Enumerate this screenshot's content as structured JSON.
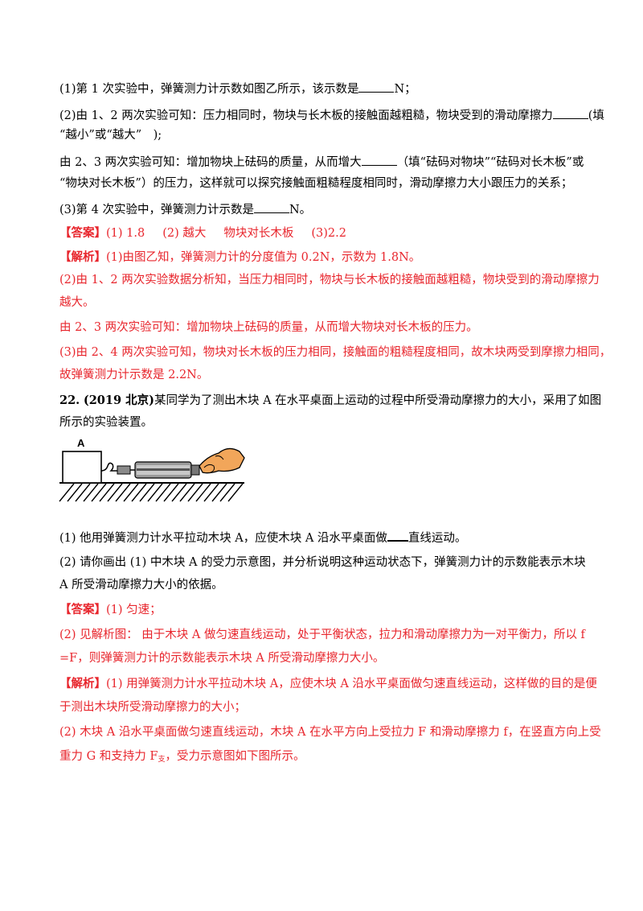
{
  "q21": {
    "p3_1": {
      "text": "(1)第 1 次实验中，弹簧测力计示数如图乙所示，该示数是",
      "unit": "N；"
    },
    "p3_2": {
      "text": "(2)由 1、2 两次实验可知：压力相同时，物块与长木板的接触面越粗糙，物块受到的滑动摩擦力",
      "tail": "(填"
    },
    "p3_2b": "“越小”或“越大”　);",
    "p3_3": {
      "text": "由 2、3 两次实验可知：增加物块上砝码的质量，从而增大",
      "tail": "（填“砝码对物块”“砝码对长木板”或"
    },
    "p3_3b": "“物块对长木板”）的压力，这样就可以探究接触面粗糙程度相同时，滑动摩擦力大小跟压力的关系；",
    "p3_4": {
      "text": "(3)第 4 次实验中，弹簧测力计示数是",
      "unit": "N。"
    },
    "answer": {
      "label": "【答案】",
      "a1": "(1) 1.8",
      "a2": "(2) 越大",
      "a3": "物块对长木板",
      "a4": "(3)2.2"
    },
    "analysis": {
      "label": "【解析】",
      "l1": "(1)由图乙知，弹簧测力计的分度值为 0.2N，示数为 1.8N。",
      "l2": "(2)由 1、2 两次实验数据分析知，当压力相同时，物块与长木板的接触面越粗糙，物块受到的滑动摩擦力",
      "l3": "越大。",
      "l4": "由 2、3 两次实验可知：增加物块上砝码的质量，从而增大物块对长木板的压力。",
      "l5": "(3)由 2、4 两次实验可知，物块对长木板的压力相同，接触面的粗糙程度相同，故木块两受到摩擦力相同，",
      "l6": "故弹簧测力计示数是 2.2N。"
    }
  },
  "q22": {
    "number": "22.",
    "source": "(2019 北京)",
    "stem1": "某同学为了测出木块 A 在水平桌面上运动的过程中所受滑动摩擦力的大小，采用了如图",
    "stem2": "所示的实验装置。",
    "figure_label": "A",
    "q1": {
      "text": "(1) 他用弹簧测力计水平拉动木块 A，应使木块 A 沿水平桌面做",
      "tail": "直线运动。"
    },
    "q2a": "(2) 请你画出 (1) 中木块 A 的受力示意图，并分析说明这种运动状态下，弹簧测力计的示数能表示木块",
    "q2b": "A 所受滑动摩擦力大小的依据。",
    "answer": {
      "label": "【答案】",
      "l1": "(1) 匀速；",
      "l2": "(2) 见解析图： 由于木块 A 做匀速直线运动，处于平衡状态，拉力和滑动摩擦力为一对平衡力，所以 f",
      "l3": "=F，则弹簧测力计的示数能表示木块 A 所受滑动摩擦力大小。"
    },
    "analysis": {
      "label": "【解析】",
      "l1": "(1) 用弹簧测力计水平拉动木块 A，应使木块 A 沿水平桌面做匀速直线运动，这样做的目的是便",
      "l2": "于测出木块所受滑动摩擦力的大小；",
      "l3": "(2) 木块 A 沿水平桌面做匀速直线运动，木块 A 在水平方向上受拉力 F 和滑动摩擦力 f，在竖直方向上受",
      "l4a": "重力 G 和支持力 F",
      "l4sub": "支",
      "l4b": "，受力示意图如下图所示。"
    }
  }
}
